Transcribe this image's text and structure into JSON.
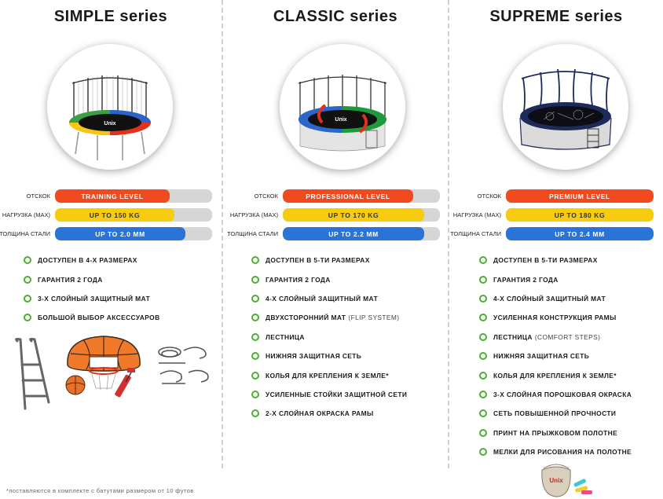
{
  "colors": {
    "red": "#f04a1e",
    "yellow": "#f7cb10",
    "blue": "#2a74d8",
    "track": "#d6d6d6",
    "bullet": "#4caf34"
  },
  "metric_labels": {
    "bounce": "ОТСКОК",
    "load": "НАГРУЗКА (MAX)",
    "thickness": "ТОЛЩИНА СТАЛИ"
  },
  "series": [
    {
      "title": "SIMPLE  series",
      "image": "simple-trampoline-image",
      "bounce": {
        "text": "TRAINING  LEVEL",
        "level": 0.73
      },
      "load": {
        "text": "UP  TO  150 KG",
        "level": 0.76
      },
      "thickness": {
        "text": "UP  TO  2.0  MM",
        "level": 0.83
      },
      "features": [
        {
          "text": "ДОСТУПЕН  В  4-Х  РАЗМЕРАХ"
        },
        {
          "text": "ГАРАНТИЯ  2  ГОДА"
        },
        {
          "text": "3-Х  СЛОЙНЫЙ  ЗАЩИТНЫЙ  МАТ"
        },
        {
          "text": "БОЛЬШОЙ  ВЫБОР  АКСЕССУАРОВ"
        }
      ]
    },
    {
      "title": "CLASSIC  series",
      "image": "classic-trampoline-image",
      "bounce": {
        "text": "PROFESSIONAL  LEVEL",
        "level": 0.83
      },
      "load": {
        "text": "UP  TO  170 KG",
        "level": 0.9
      },
      "thickness": {
        "text": "UP  TO  2.2  MM",
        "level": 0.9
      },
      "features": [
        {
          "text": "ДОСТУПЕН  В  5-ТИ  РАЗМЕРАХ"
        },
        {
          "text": "ГАРАНТИЯ  2  ГОДА"
        },
        {
          "text": "4-Х  СЛОЙНЫЙ  ЗАЩИТНЫЙ  МАТ"
        },
        {
          "text": "ДВУХСТОРОННИЙ МАТ",
          "note": "(FLIP  SYSTEM)"
        },
        {
          "text": "ЛЕСТНИЦА"
        },
        {
          "text": "НИЖНЯЯ  ЗАЩИТНАЯ  СЕТЬ"
        },
        {
          "text": "КОЛЬЯ  ДЛЯ  КРЕПЛЕНИЯ  К  ЗЕМЛЕ*"
        },
        {
          "text": "УСИЛЕННЫЕ  СТОЙКИ  ЗАЩИТНОЙ  СЕТИ"
        },
        {
          "text": "2-Х  СЛОЙНАЯ  ОКРАСКА  РАМЫ"
        }
      ]
    },
    {
      "title": "SUPREME  series",
      "image": "supreme-trampoline-image",
      "bounce": {
        "text": "PREMIUM  LEVEL",
        "level": 1.0
      },
      "load": {
        "text": "UP  TO  180 KG",
        "level": 1.0
      },
      "thickness": {
        "text": "UP  TO  2.4  MM",
        "level": 1.0
      },
      "features": [
        {
          "text": "ДОСТУПЕН  В  5-ТИ  РАЗМЕРАХ"
        },
        {
          "text": "ГАРАНТИЯ  2  ГОДА"
        },
        {
          "text": "4-Х  СЛОЙНЫЙ  ЗАЩИТНЫЙ  МАТ"
        },
        {
          "text": "УСИЛЕННАЯ  КОНСТРУКЦИЯ  РАМЫ"
        },
        {
          "text": "ЛЕСТНИЦА",
          "note": "(COMFORT  STEPS)"
        },
        {
          "text": "НИЖНЯЯ  ЗАЩИТНАЯ  СЕТЬ"
        },
        {
          "text": "КОЛЬЯ  ДЛЯ  КРЕПЛЕНИЯ  К  ЗЕМЛЕ*"
        },
        {
          "text": "3-Х  СЛОЙНАЯ  ПОРОШКОВАЯ  ОКРАСКА"
        },
        {
          "text": "СЕТЬ  ПОВЫШЕННОЙ  ПРОЧНОСТИ"
        },
        {
          "text": "ПРИНТ  НА  ПРЫЖКОВОМ  ПОЛОТНЕ"
        },
        {
          "text": "МЕЛКИ  ДЛЯ  РИСОВАНИЯ  НА  ПОЛОТНЕ"
        }
      ]
    }
  ],
  "chalk_bag_logo": "Unix",
  "footnote": "*поставляются  в  комплекте  с  батутами  размером  от  10  футов"
}
